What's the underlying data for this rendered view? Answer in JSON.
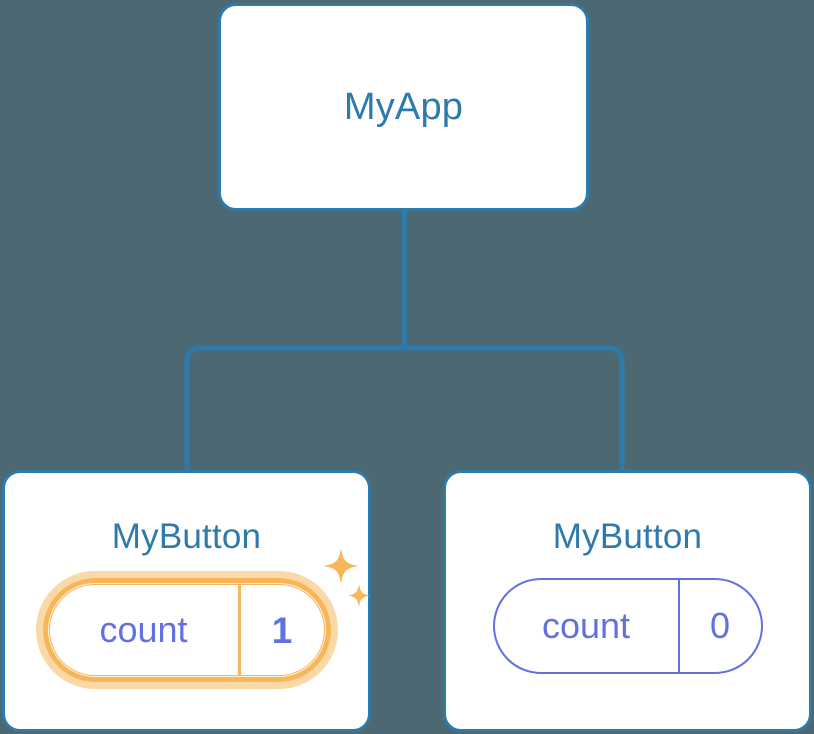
{
  "diagram": {
    "type": "component-tree",
    "background_color": "#4c6872",
    "accent_blue": "#2e7bab",
    "accent_purple": "#6370e0",
    "accent_orange": "#f8b65a",
    "glow_orange": "#fbd9a7"
  },
  "root": {
    "title": "MyApp"
  },
  "children": [
    {
      "title": "MyButton",
      "state": {
        "key": "count",
        "value": "1"
      },
      "highlighted": true,
      "sparkle_icons": [
        "sparkle-large",
        "sparkle-small"
      ]
    },
    {
      "title": "MyButton",
      "state": {
        "key": "count",
        "value": "0"
      },
      "highlighted": false
    }
  ]
}
